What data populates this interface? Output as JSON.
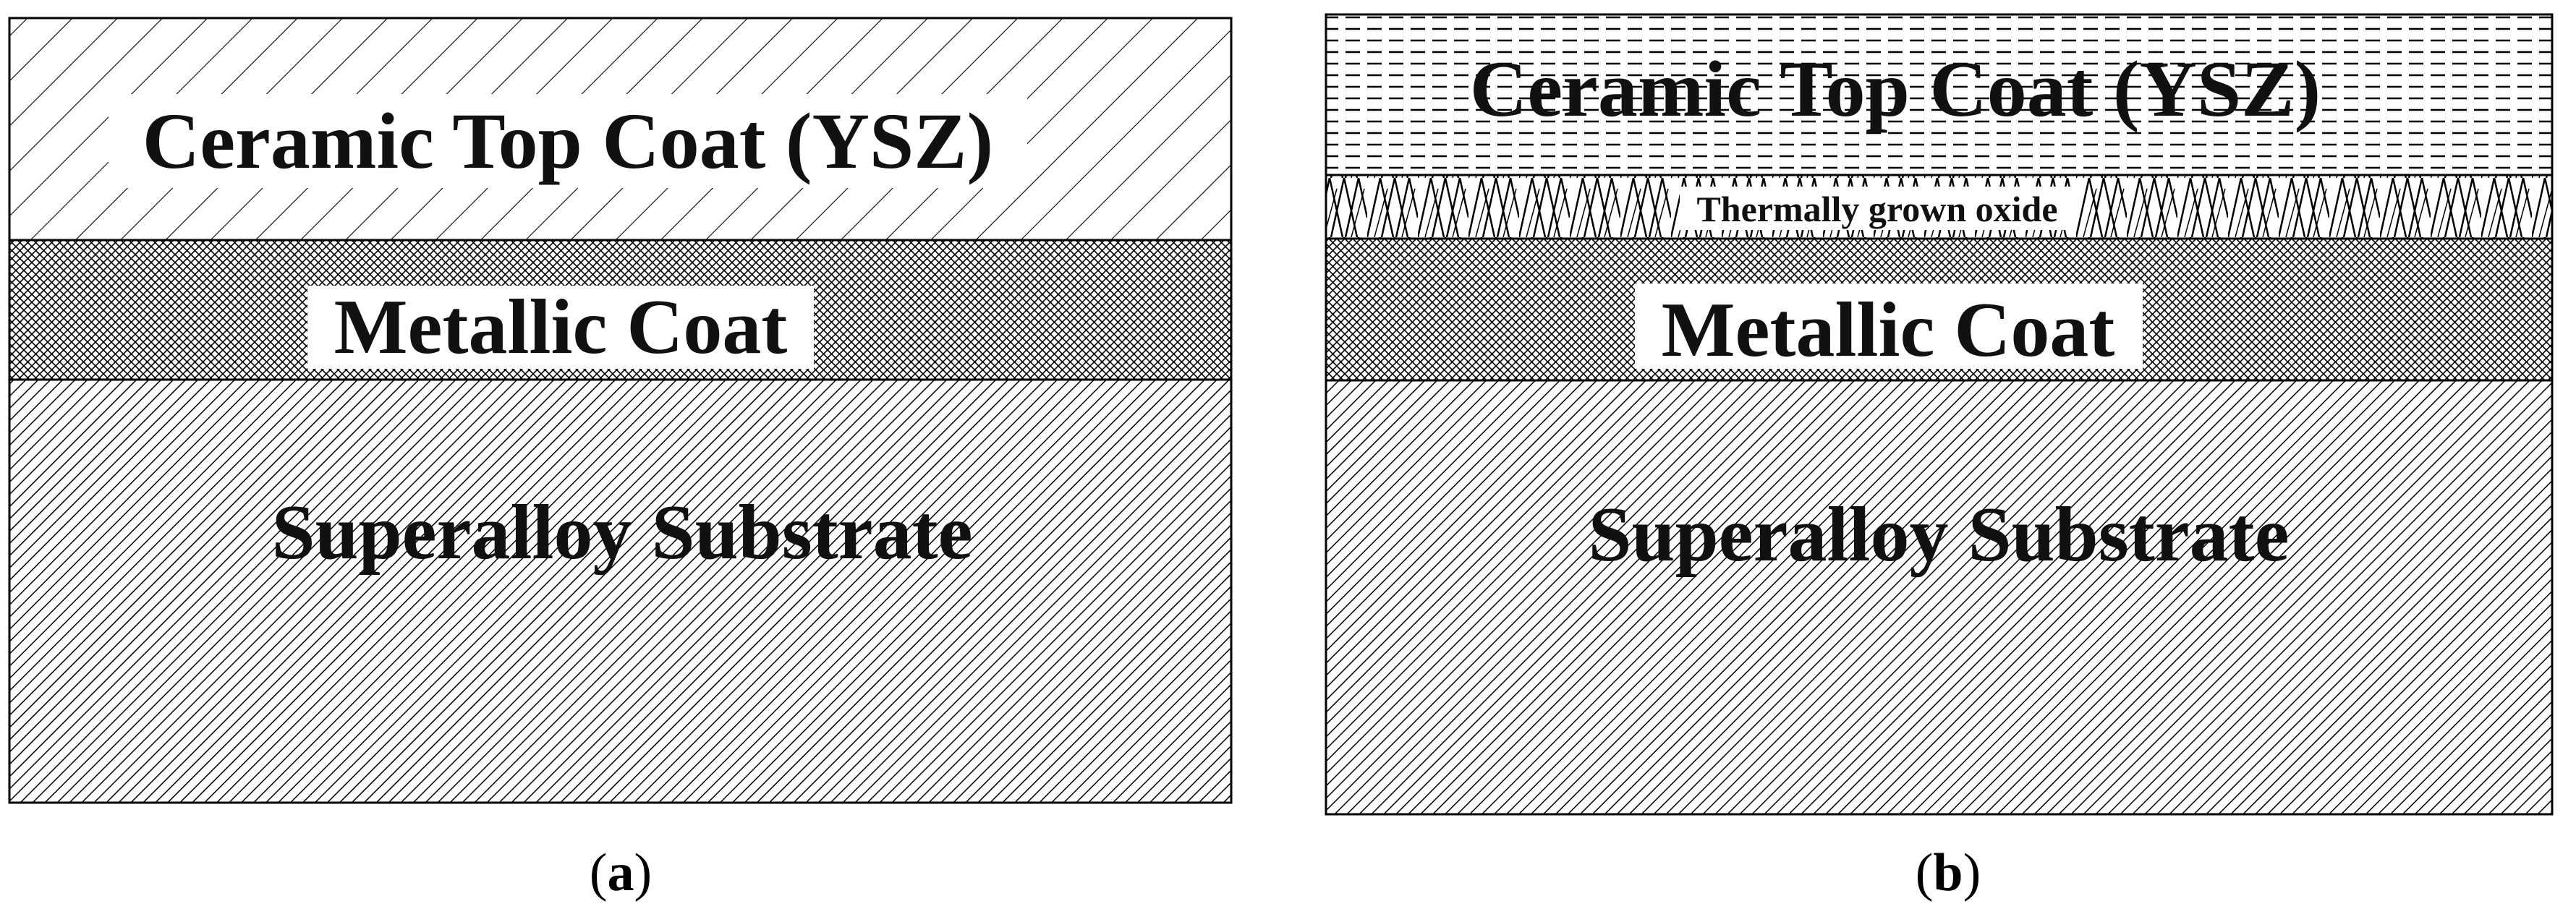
{
  "panel_a": {
    "caption_letter": "a",
    "layers": {
      "ceramic": "Ceramic Top Coat (YSZ)",
      "metallic": "Metallic Coat",
      "substrate": "Superalloy Substrate"
    }
  },
  "panel_b": {
    "caption_letter": "b",
    "layers": {
      "ceramic": "Ceramic Top Coat (YSZ)",
      "tgo": "Thermally grown oxide",
      "metallic": "Metallic Coat",
      "substrate": "Superalloy Substrate"
    }
  },
  "colors": {
    "line": "#000000",
    "background": "#ffffff",
    "text": "#111111"
  }
}
